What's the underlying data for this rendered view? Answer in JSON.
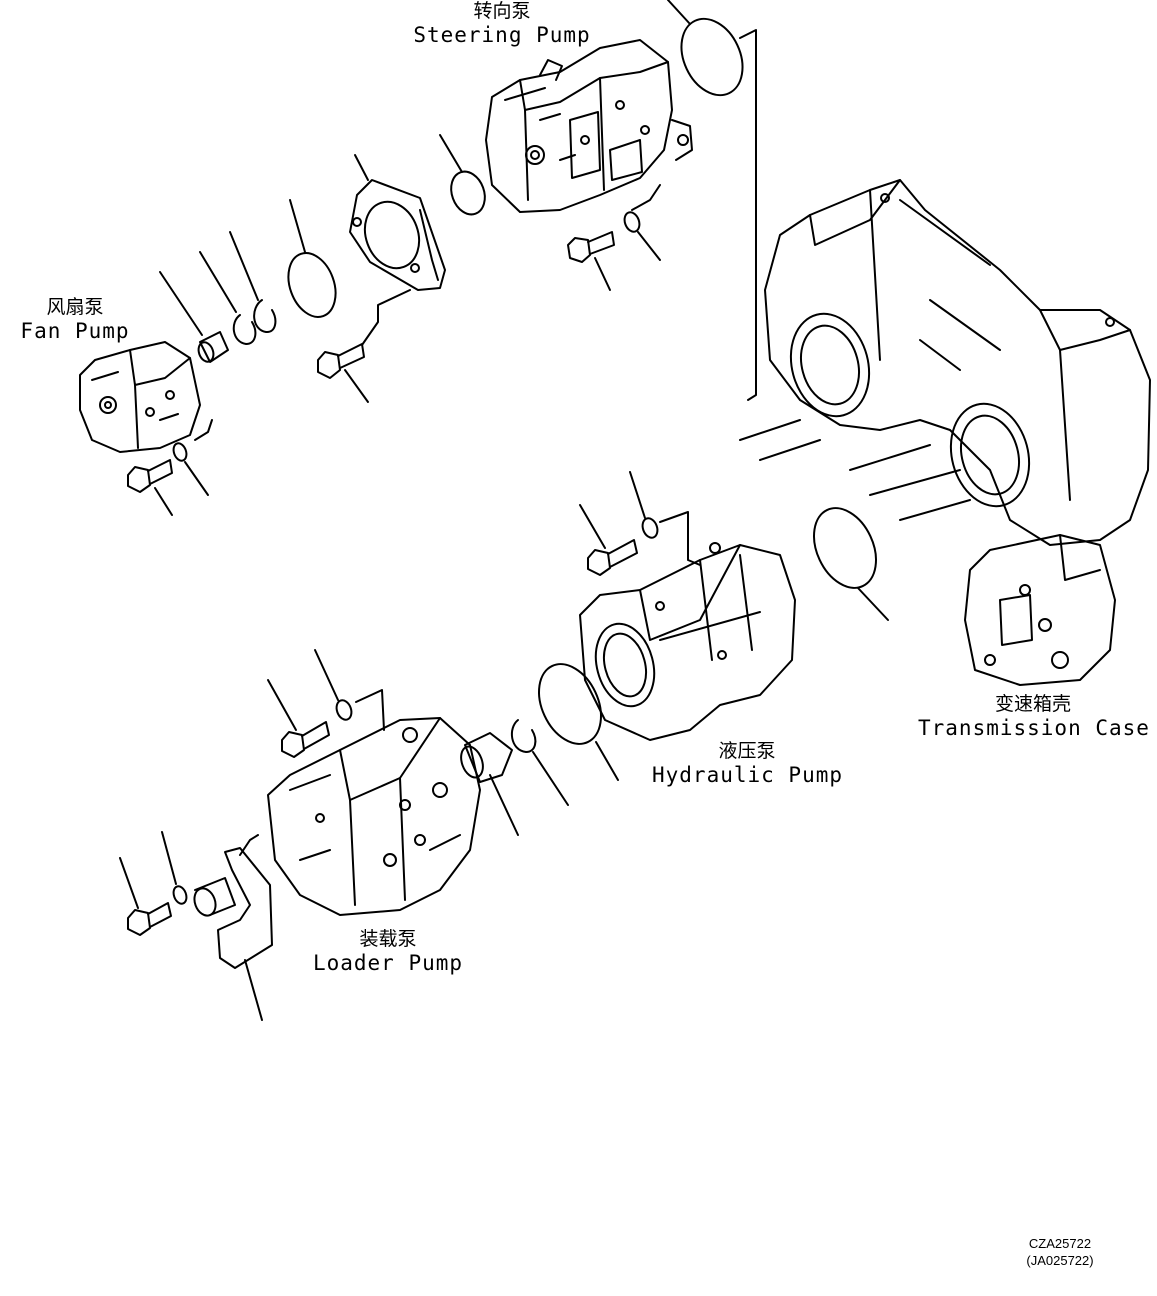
{
  "labels": {
    "steering_pump": {
      "zh": "转向泵",
      "en": "Steering Pump"
    },
    "fan_pump": {
      "zh": "风扇泵",
      "en": "Fan Pump"
    },
    "transmission_case": {
      "zh": "变速箱壳",
      "en": "Transmission Case"
    },
    "hydraulic_pump": {
      "zh": "液压泵",
      "en": "Hydraulic Pump"
    },
    "loader_pump": {
      "zh": "装载泵",
      "en": "Loader Pump"
    }
  },
  "drawing_codes": {
    "code": "CZA25722",
    "alt_code": "(JA025722)"
  },
  "colors": {
    "line": "#000000",
    "background": "#ffffff"
  }
}
